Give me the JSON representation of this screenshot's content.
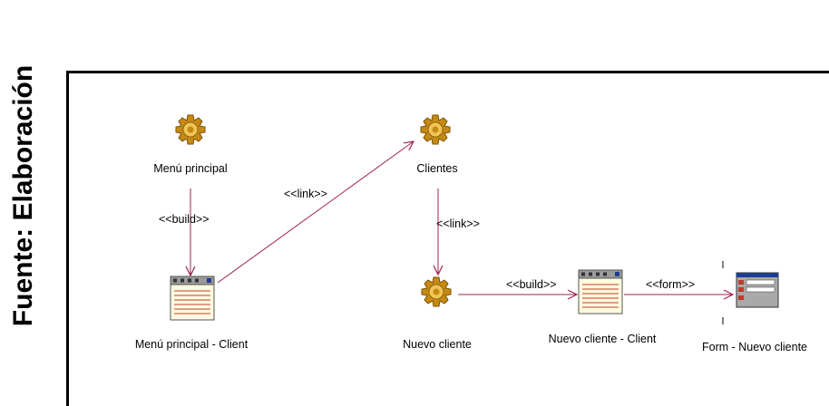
{
  "caption": "Fuente: Elaboración",
  "colors": {
    "connector": "#a0204a",
    "gear": "#c58a14",
    "gear_highlight": "#f1c455",
    "page_fill": "#fffde0",
    "page_lines": "#c0392b",
    "page_header": "#9a9a9a",
    "form_fill": "#1f3d8f"
  },
  "nodes": {
    "menu_principal": {
      "label": "Menú principal",
      "icon": "gear-icon"
    },
    "clientes": {
      "label": "Clientes",
      "icon": "gear-icon"
    },
    "nuevo_cliente": {
      "label": "Nuevo cliente",
      "icon": "gear-icon"
    },
    "menu_principal_client": {
      "label": "Menú principal - Client",
      "icon": "client-page-icon"
    },
    "nuevo_cliente_client": {
      "label": "Nuevo cliente - Client",
      "icon": "client-page-icon"
    },
    "form_nuevo_cliente": {
      "label": "Form - Nuevo cliente",
      "icon": "form-icon"
    }
  },
  "edges": {
    "build_1": {
      "label": "<<build>>",
      "from": "Menú principal",
      "to": "Menú principal - Client"
    },
    "link_1": {
      "label": "<<link>>",
      "from": "Menú principal - Client",
      "to": "Clientes"
    },
    "link_2": {
      "label": "<<link>>",
      "from": "Clientes",
      "to": "Nuevo cliente"
    },
    "build_2": {
      "label": "<<build>>",
      "from": "Nuevo cliente",
      "to": "Nuevo cliente - Client"
    },
    "form_1": {
      "label": "<<form>>",
      "from": "Nuevo cliente - Client",
      "to": "Form - Nuevo cliente"
    }
  }
}
